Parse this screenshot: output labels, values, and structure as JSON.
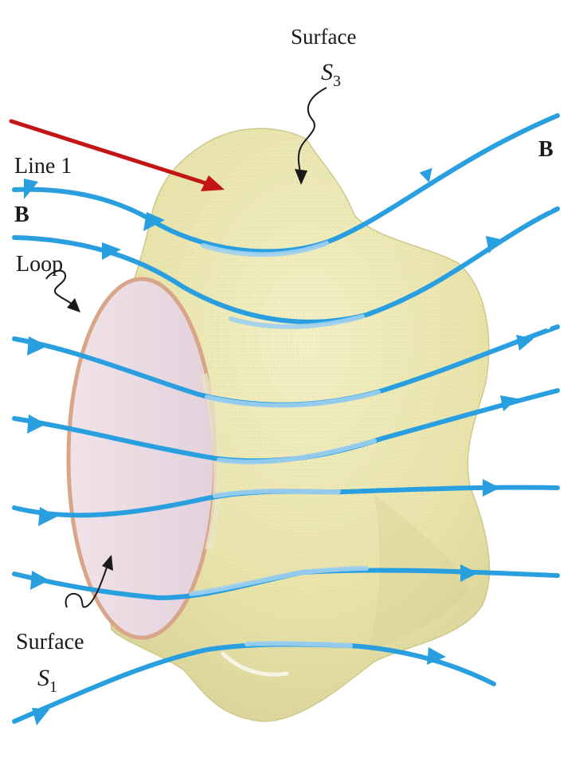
{
  "labels": {
    "surface_top": "Surface",
    "surface_top_symbol": "S",
    "surface_top_subscript": "3",
    "b_right": "B",
    "line1": "Line 1",
    "b_left": "B",
    "loop": "Loop",
    "surface_bottom": "Surface",
    "surface_bottom_symbol": "S",
    "surface_bottom_subscript": "1"
  },
  "colors": {
    "field_line": "#2a9fe0",
    "surface_fill": "#ece8b2",
    "loop_fill": "#eadbe6",
    "loop_rim": "#d9a58a",
    "pointer_arrow": "#c41515",
    "label_ink": "#1a1a1a"
  }
}
